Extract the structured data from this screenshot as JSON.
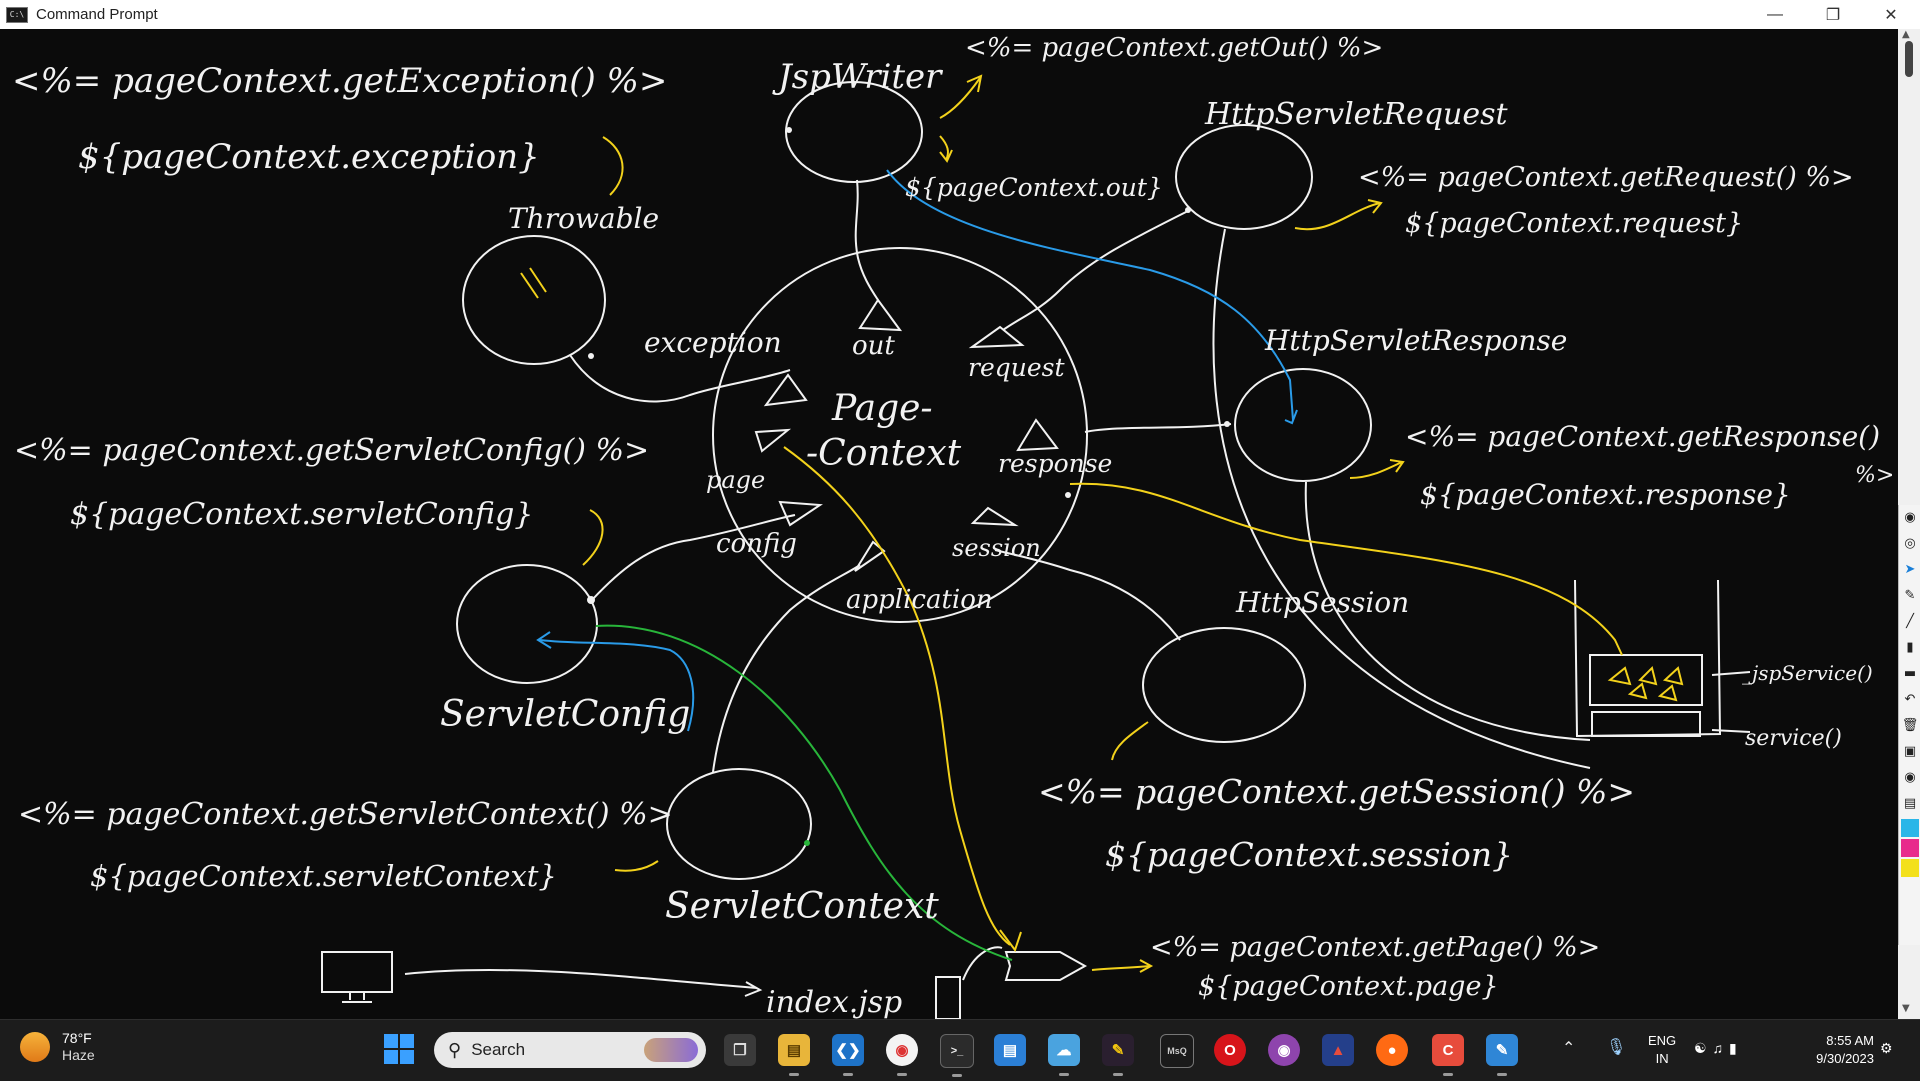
{
  "window": {
    "title": "Command Prompt",
    "icon_text": "C:\\",
    "controls": [
      "minimize",
      "maximize",
      "close"
    ]
  },
  "board": {
    "labels": {
      "jspwriter": "JspWriter",
      "getout": "<%= pageContext.getOut() %>",
      "out_el": "${pageContext.out}",
      "httpservletrequest": "HttpServletRequest",
      "getrequest": "<%= pageContext.getRequest() %>",
      "request_el": "${pageContext.request}",
      "getexception": "<%= pageContext.getException() %>",
      "exception_el": "${pageContext.exception}",
      "throwable": "Throwable",
      "exception": "exception",
      "out": "out",
      "request": "request",
      "httpservletresponse": "HttpServletResponse",
      "page_context_1": "Page-",
      "page_context_2": "-Context",
      "getservletconfig": "<%= pageContext.getServletConfig() %>",
      "servletconfig_el": "${pageContext.servletConfig}",
      "page": "page",
      "response": "response",
      "getresponse": "<%= pageContext.getResponse()",
      "getresponse_end": "%>",
      "response_el": "${pageContext.response}",
      "config": "config",
      "session": "session",
      "application": "application",
      "httpsession": "HttpSession",
      "jspservice": "_jspService()",
      "service": "service()",
      "servletconfig": "ServletConfig",
      "getservletcontext": "<%= pageContext.getServletContext() %>",
      "servletcontext_el": "${pageContext.servletContext}",
      "getsession": "<%= pageContext.getSession() %>",
      "session_el": "${pageContext.session}",
      "servletcontext": "ServletContext",
      "index_jsp": "index.jsp",
      "getpage": "<%= pageContext.getPage() %>",
      "page_el": "${pageContext.page}"
    },
    "colors": {
      "ink": "#f2f2f2",
      "yellow": "#f3d21b",
      "blue": "#2a9be8",
      "green": "#28b53a"
    }
  },
  "taskbar": {
    "weather": {
      "temp": "78°F",
      "condition": "Haze",
      "icon": "sun-haze-icon"
    },
    "search_label": "Search",
    "apps": [
      {
        "name": "task-view",
        "icon": "task-view-icon"
      },
      {
        "name": "file-explorer",
        "icon": "folder-icon"
      },
      {
        "name": "vscode",
        "icon": "vscode-icon"
      },
      {
        "name": "chrome",
        "icon": "chrome-icon"
      },
      {
        "name": "terminal",
        "icon": "terminal-icon"
      },
      {
        "name": "notepad",
        "icon": "notepad-icon"
      },
      {
        "name": "photos",
        "icon": "photos-icon"
      },
      {
        "name": "pen-app",
        "icon": "pen-icon"
      },
      {
        "name": "msoft",
        "icon": "app-icon"
      },
      {
        "name": "opera",
        "icon": "opera-icon"
      },
      {
        "name": "masked",
        "icon": "mask-icon"
      },
      {
        "name": "painter",
        "icon": "paint-icon"
      },
      {
        "name": "firefox",
        "icon": "firefox-icon"
      },
      {
        "name": "red-app",
        "icon": "red-app-icon"
      },
      {
        "name": "draw-app",
        "icon": "draw-icon"
      }
    ],
    "lang_1": "ENG",
    "lang_2": "IN",
    "time": "8:55 AM",
    "date": "9/30/2023"
  }
}
